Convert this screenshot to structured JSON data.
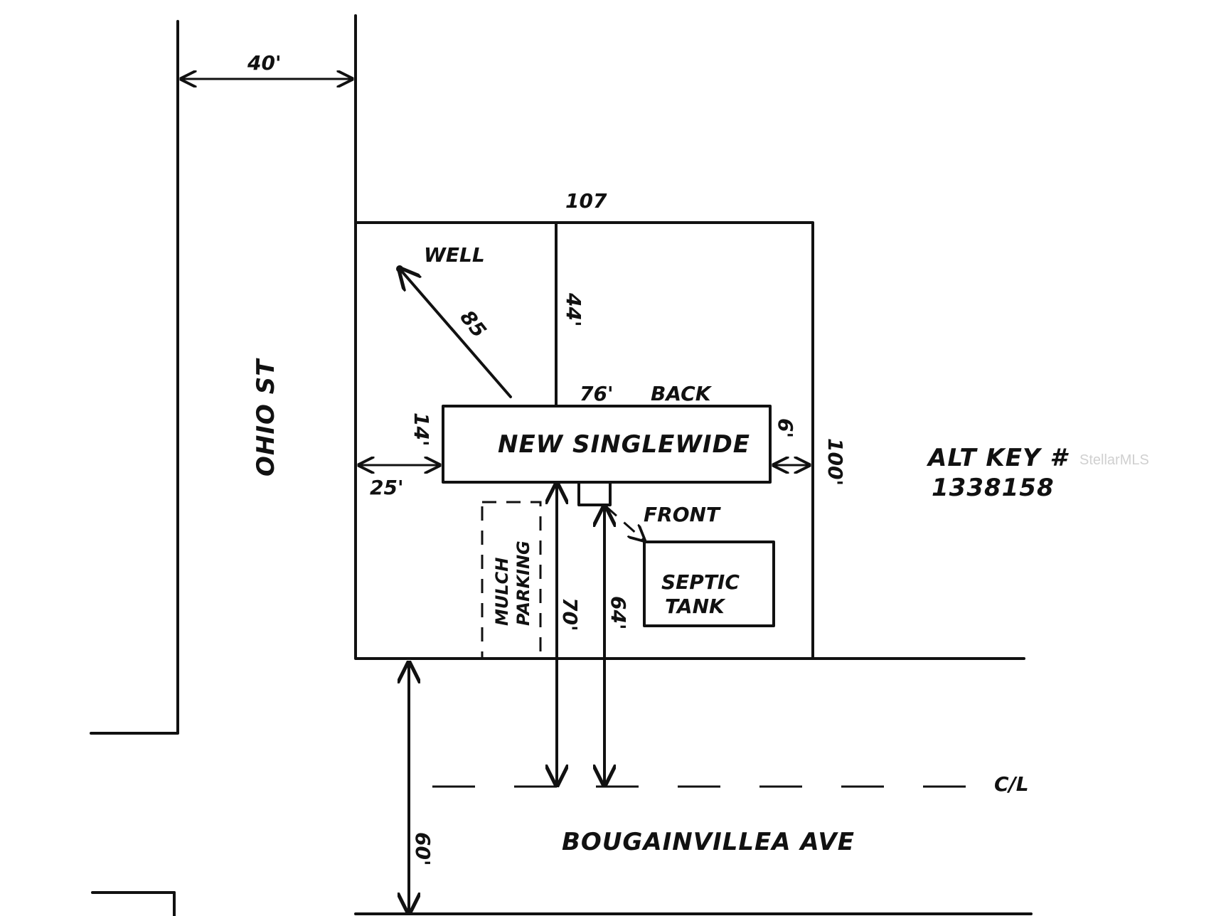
{
  "streets": {
    "ohio": "OHIO ST",
    "bougainvillea": "BOUGAINVILLEA AVE"
  },
  "dimensions": {
    "ohio_width": "40'",
    "lot_width": "107",
    "lot_depth": "100'",
    "well_distance": "85",
    "rear_setback": "44'",
    "home_length": "76'",
    "home_width": "14'",
    "side_setback_left": "25'",
    "side_setback_right": "6'",
    "front_setback_home": "70'",
    "front_setback_porch": "64'",
    "street_width": "60'"
  },
  "labels": {
    "well": "WELL",
    "back": "BACK",
    "front": "FRONT",
    "home": "NEW SINGLEWIDE",
    "septic_line1": "SEPTIC",
    "septic_line2": "TANK",
    "parking_line1": "MULCH",
    "parking_line2": "PARKING",
    "centerline": "C/L",
    "alt_key_label": "ALT KEY #",
    "alt_key_value": "1338158"
  },
  "watermark": "StellarMLS",
  "colors": {
    "ink": "#111111",
    "paper": "#ffffff",
    "watermark": "#d0d0d0"
  }
}
